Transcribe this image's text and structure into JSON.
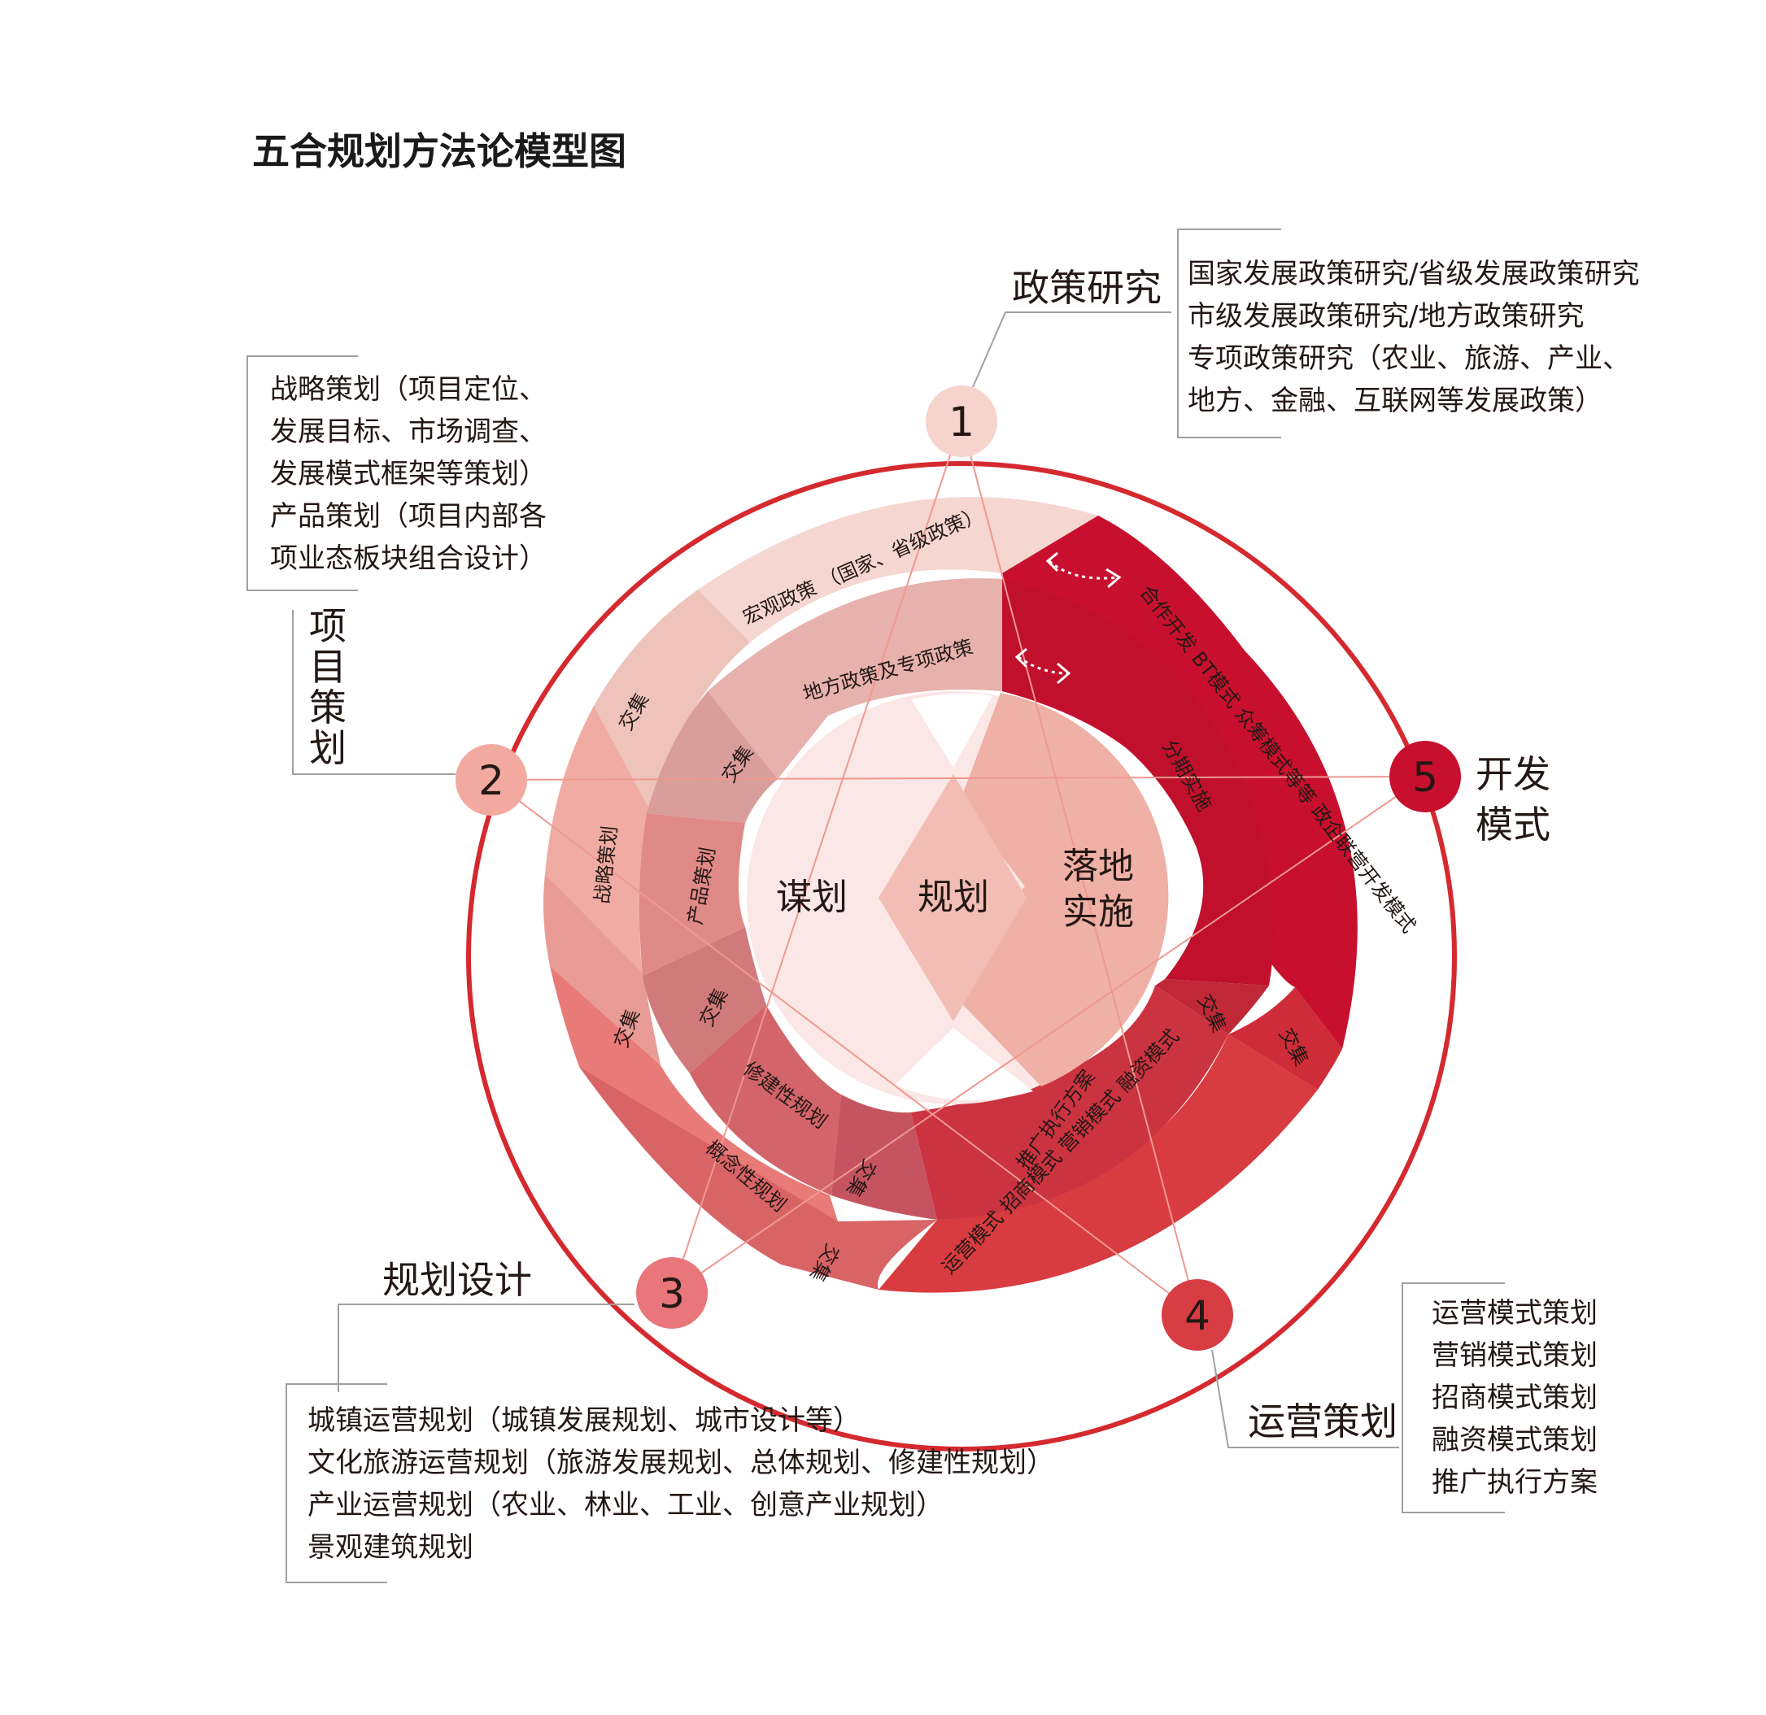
{
  "title": "五合规划方法论模型图",
  "nodes": [
    {
      "id": "1",
      "label": "政策研究",
      "color": "#f6d3cd",
      "text_color": "#231815"
    },
    {
      "id": "2",
      "label_lines": [
        "项",
        "目",
        "策",
        "划"
      ],
      "color": "#f2aaa0",
      "text_color": "#231815"
    },
    {
      "id": "3",
      "label": "规划设计",
      "color": "#e8767a",
      "text_color": "#231815"
    },
    {
      "id": "4",
      "label": "运营策划",
      "color": "#d73d43",
      "text_color": "#231815"
    },
    {
      "id": "5",
      "label_lines": [
        "开发",
        "模式"
      ],
      "color": "#c8102e",
      "text_color": "#231815"
    }
  ],
  "descriptions": {
    "policy": [
      "国家发展政策研究/省级发展政策研究",
      "市级发展政策研究/地方政策研究",
      "专项政策研究（农业、旅游、产业、",
      "地方、金融、互联网等发展政策）"
    ],
    "project": [
      "战略策划（项目定位、",
      "发展目标、市场调查、",
      "发展模式框架等策划）",
      "产品策划（项目内部各",
      "项业态板块组合设计）"
    ],
    "design": [
      "城镇运营规划（城镇发展规划、城市设计等）",
      "文化旅游运营规划（旅游发展规划、总体规划、修建性规划）",
      "产业运营规划（农业、林业、工业、创意产业规划）",
      "景观建筑规划"
    ],
    "operation": [
      "运营模式策划",
      "营销模式策划",
      "招商模式策划",
      "融资模式策划",
      "推广执行方案"
    ]
  },
  "ring": {
    "policy_outer": "宏观政策  （国家、省级政策）",
    "policy_inner": "地方政策及专项政策",
    "dev_outer": "合作开发 BT模式 众筹模式等等 政企联营开发模式",
    "dev_inner": "分期实施",
    "project_outer": "战略策划",
    "project_inner": "产品策划",
    "design_outer": "概念性规划",
    "design_inner": "修建性规划",
    "op_inner": "推广执行方案",
    "op_outer": "运营模式 招商模式 营销模式 融资模式",
    "overlap": "交集"
  },
  "core": {
    "left": "谋划",
    "center": "规划",
    "right_lines": [
      "落地",
      "实施"
    ]
  },
  "colors": {
    "outer_circle": "#d42a2f",
    "policy_outer": "#f6d6d0",
    "policy_inner": "#e7b1ad",
    "dev": "#c8102e",
    "dev_inner": "#c0102c",
    "project_outer": "#f0aca2",
    "project_inner": "#e08a88",
    "design_outer": "#e87a78",
    "design_inner": "#d2646a",
    "op_outer": "#d83c40",
    "op_inner": "#cc3340"
  }
}
